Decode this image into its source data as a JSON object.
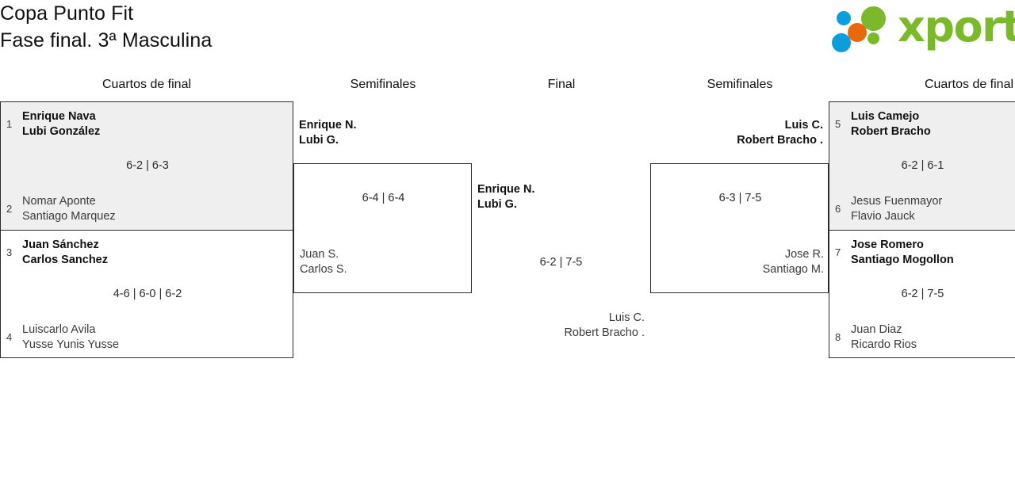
{
  "header": {
    "title_line1": "Copa Punto Fit",
    "title_line2": "Fase final. 3ª Masculina",
    "logo_text": "xporty",
    "logo_colors": {
      "green": "#7ab929",
      "blue": "#0d9ddb",
      "orange": "#e8690b"
    }
  },
  "rounds": {
    "left_quarter": "Cuartos de final",
    "left_semi": "Semifinales",
    "final": "Final",
    "right_semi": "Semifinales",
    "right_quarter": "Cuartos de final"
  },
  "colors": {
    "box_border": "#2b2b2b",
    "box_gray": "#efefef",
    "box_white": "#ffffff",
    "text": "#111111"
  },
  "matches": {
    "qf1": {
      "seed_top": "1",
      "top_p1": "Enrique Nava",
      "top_p2": "Lubi González",
      "seed_bottom": "2",
      "bottom_p1": "Nomar Aponte",
      "bottom_p2": "Santiago Marquez",
      "score": "6-2 | 6-3",
      "winner": "top"
    },
    "qf2": {
      "seed_top": "3",
      "top_p1": "Juan Sánchez",
      "top_p2": "Carlos Sanchez",
      "seed_bottom": "4",
      "bottom_p1": "Luiscarlo Avila",
      "bottom_p2": "Yusse Yunis Yusse",
      "score": "4-6 | 6-0 | 6-2",
      "winner": "top"
    },
    "qf3": {
      "seed_top": "5",
      "top_p1": "Luis Camejo",
      "top_p2": "Robert Bracho",
      "seed_bottom": "6",
      "bottom_p1": "Jesus Fuenmayor",
      "bottom_p2": "Flavio Jauck",
      "score": "6-2 | 6-1",
      "winner": "top"
    },
    "qf4": {
      "seed_top": "7",
      "top_p1": "Jose Romero",
      "top_p2": "Santiago Mogollon",
      "seed_bottom": "8",
      "bottom_p1": "Juan Diaz",
      "bottom_p2": "Ricardo Rios",
      "score": "6-2 | 7-5",
      "winner": "top"
    },
    "sf_left": {
      "top_p1": "Enrique N.",
      "top_p2": "Lubi G.",
      "bottom_p1": "Juan S.",
      "bottom_p2": "Carlos S.",
      "score": "6-4 | 6-4",
      "winner": "top"
    },
    "sf_right": {
      "top_p1": "Luis C.",
      "top_p2": "Robert Bracho .",
      "bottom_p1": "Jose R.",
      "bottom_p2": "Santiago M.",
      "score": "6-3 | 7-5",
      "winner": "top"
    },
    "final": {
      "top_p1": "Enrique N.",
      "top_p2": "Lubi G.",
      "bottom_p1": "Luis C.",
      "bottom_p2": "Robert Bracho .",
      "score": "6-2 | 7-5",
      "winner": "top"
    }
  }
}
